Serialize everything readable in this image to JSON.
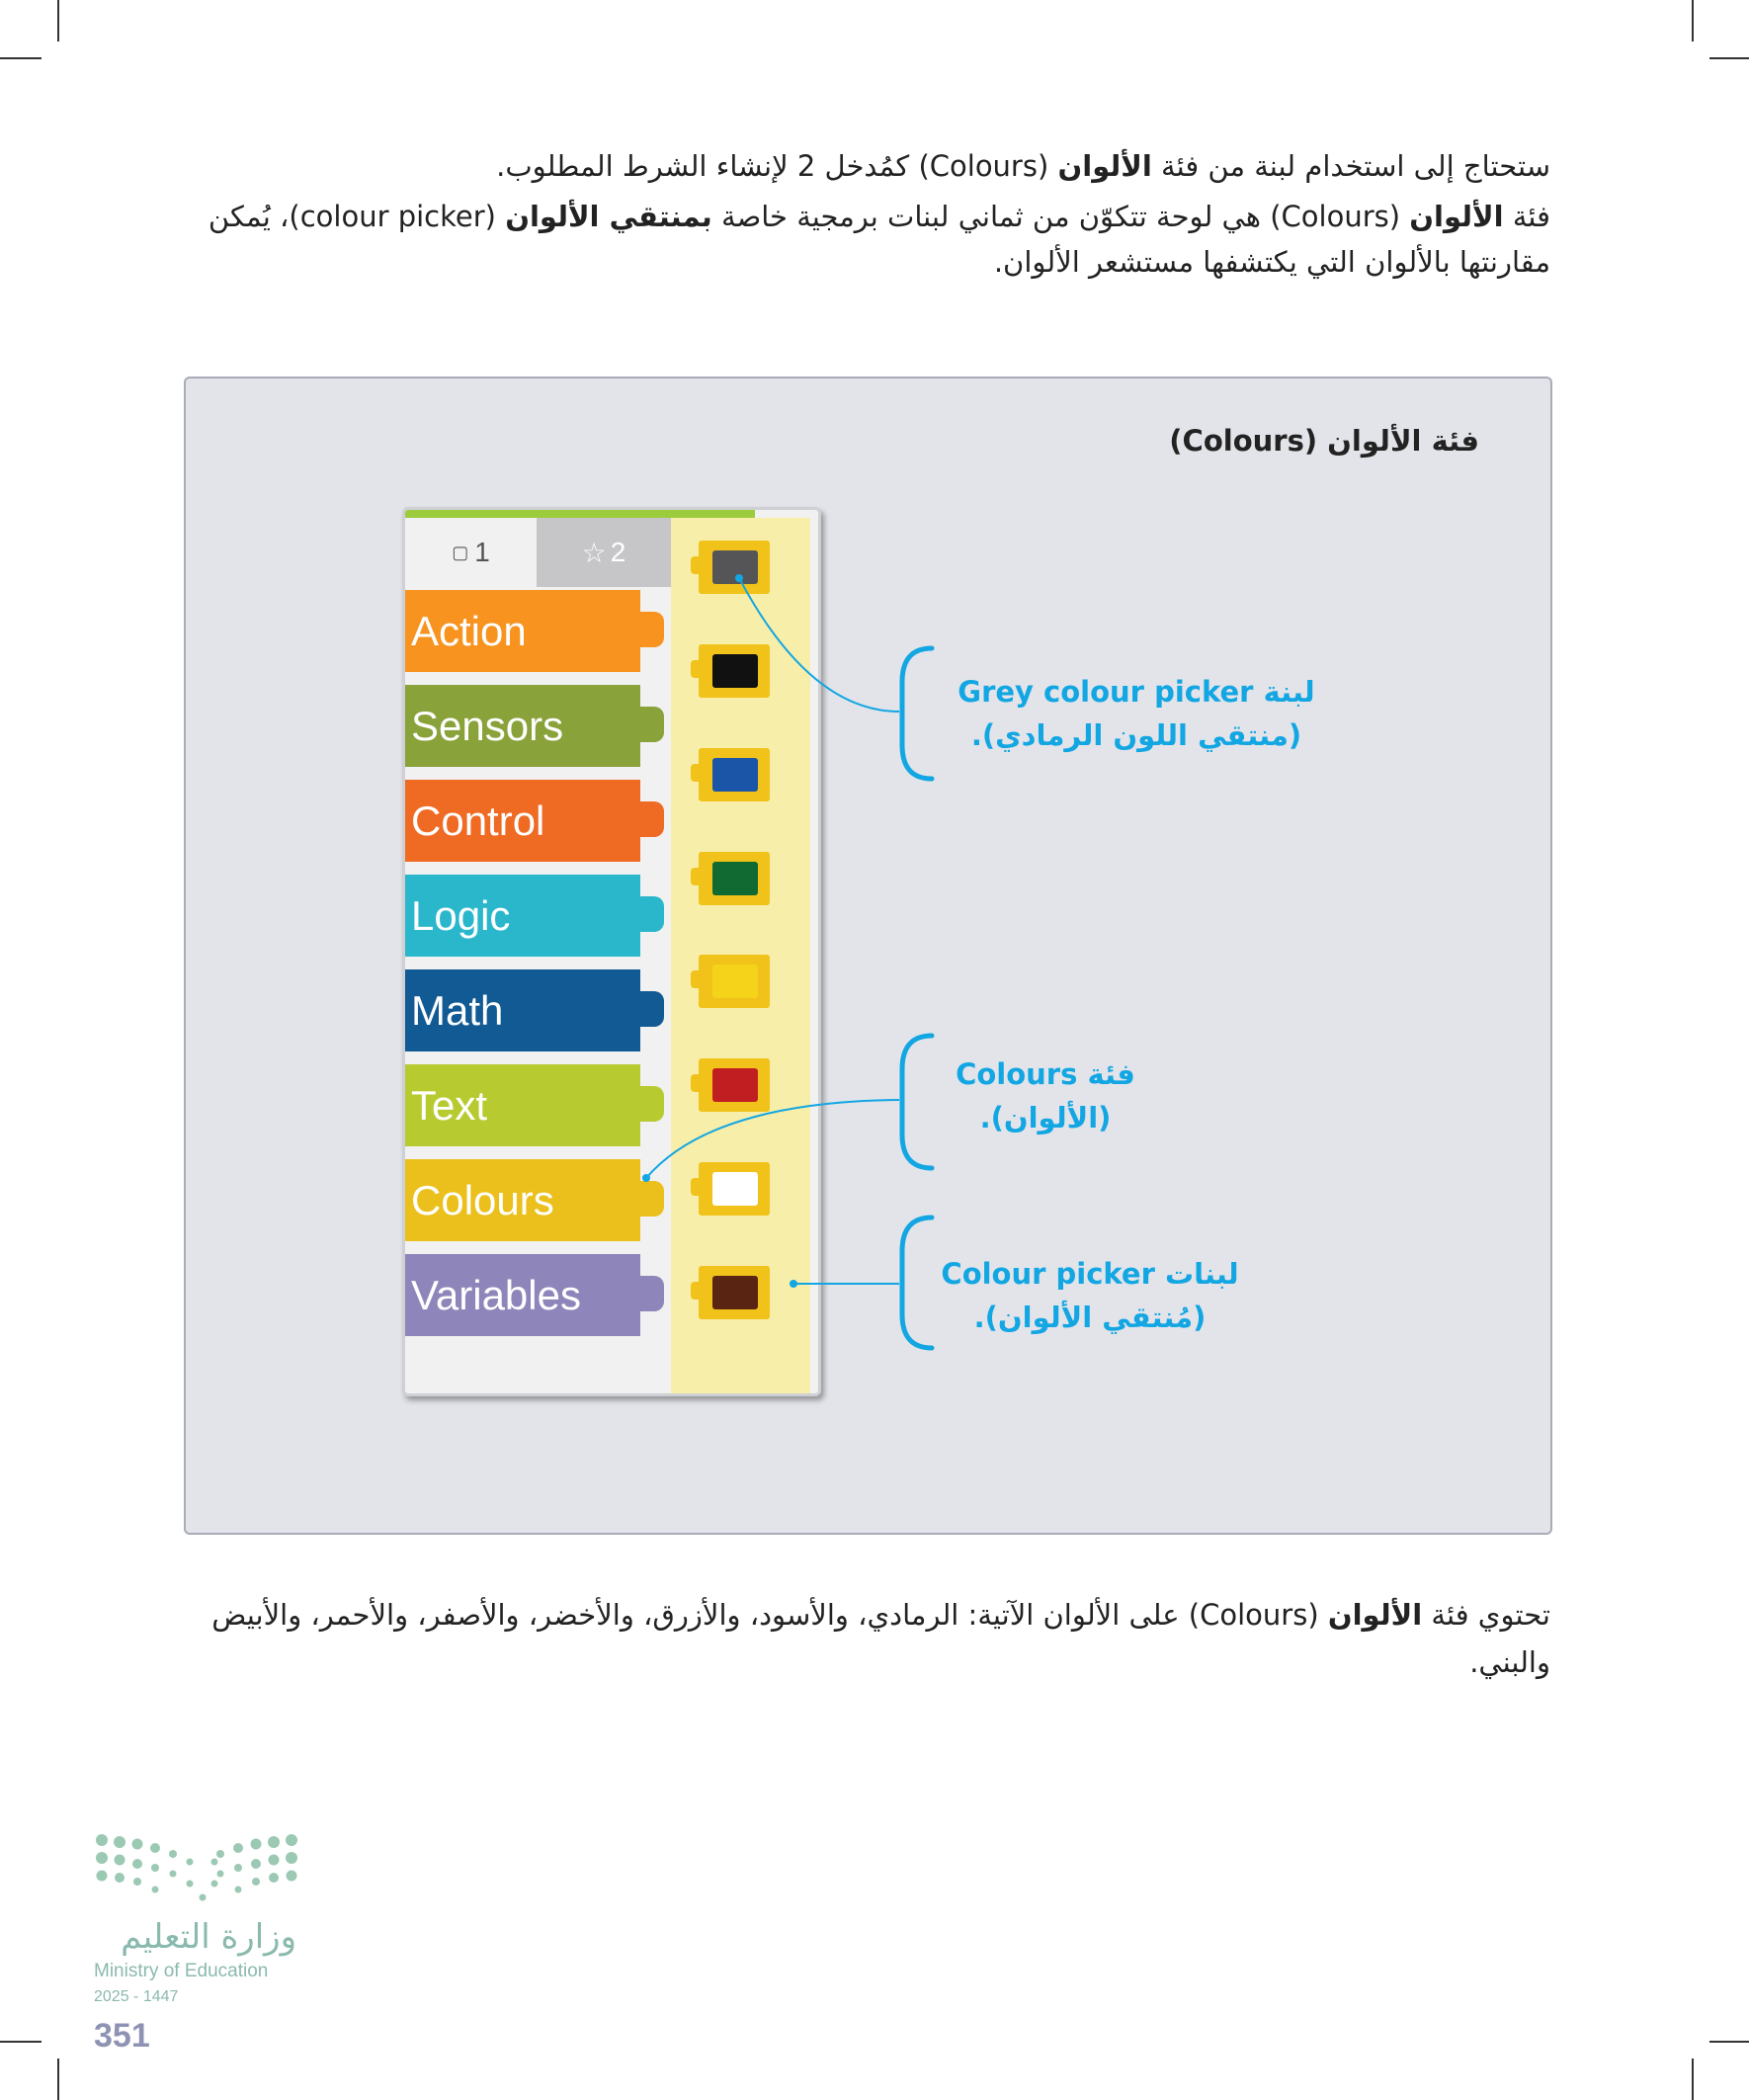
{
  "intro": {
    "line1_pre": "ستحتاج إلى استخدام لبنة من فئة ",
    "line1_bold": "الألوان",
    "line1_post": " (Colours) كمُدخل 2 لإنشاء الشرط المطلوب.",
    "p2_a": "فئة ",
    "p2_b": "الألوان",
    "p2_c": " (Colours) هي لوحة تتكوّن من ثماني لبنات برمجية خاصة ",
    "p2_d": "بمنتقي الألوان",
    "p2_e": " (colour picker)، يُمكن مقارنتها بالألوان التي يكتشفها مستشعر الألوان."
  },
  "figure": {
    "title": "فئة الألوان (Colours)",
    "tabs": [
      {
        "label": "1",
        "icon": "square-icon"
      },
      {
        "label": "2",
        "icon": "star-icon"
      }
    ],
    "categories": [
      {
        "label": "Action",
        "color": "#f7931e"
      },
      {
        "label": "Sensors",
        "color": "#8aa23a"
      },
      {
        "label": "Control",
        "color": "#ef6a23"
      },
      {
        "label": "Logic",
        "color": "#2bb7cb"
      },
      {
        "label": "Math",
        "color": "#115a94"
      },
      {
        "label": "Text",
        "color": "#b7cb30"
      },
      {
        "label": "Colours",
        "color": "#ebc01c"
      },
      {
        "label": "Variables",
        "color": "#8e86ba"
      }
    ],
    "pickers": [
      "#555558",
      "#111111",
      "#1b55a8",
      "#126a33",
      "#f5d31a",
      "#c11e22",
      "#ffffff",
      "#5a2413"
    ],
    "callouts": {
      "grey_l1": "لبنة Grey colour picker",
      "grey_l2": "(منتقي اللون الرمادي).",
      "cat_l1": "فئة Colours",
      "cat_l2": "(الألوان).",
      "pick_l1": "لبنات Colour picker",
      "pick_l2": "(مُنتقي الألوان)."
    }
  },
  "outro": {
    "a": "تحتوي فئة ",
    "b": "الألوان",
    "c": " (Colours) على الألوان الآتية: الرمادي، والأسود، والأزرق، والأخضر، والأصفر، والأحمر، والأبيض والبني."
  },
  "footer": {
    "logo_ar": "وزارة التعليم",
    "logo_en": "Ministry of Education",
    "logo_year": "2025 - 1447",
    "page_number": "351"
  }
}
